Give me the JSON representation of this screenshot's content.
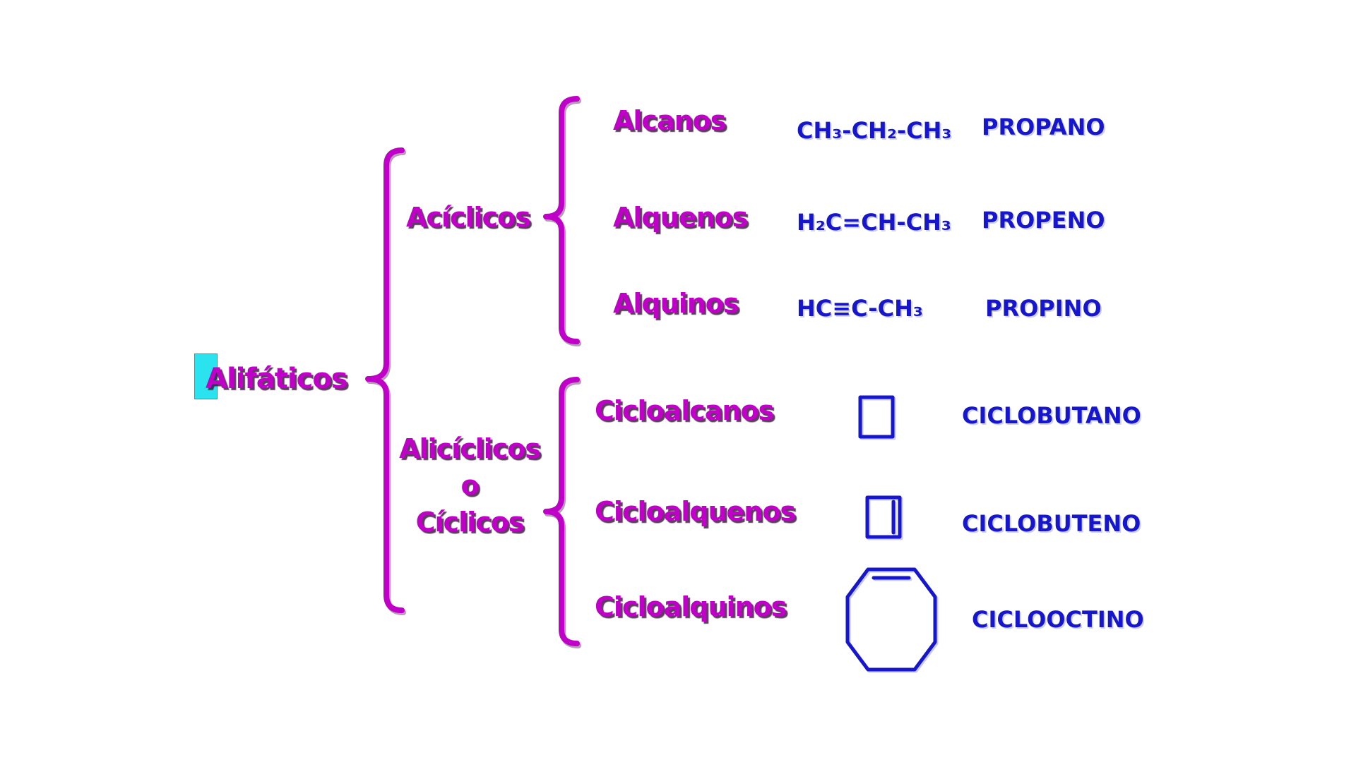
{
  "palette": {
    "magenta": "#C000C8",
    "blue": "#1616CC",
    "cyan": "#2AE3EE"
  },
  "root": {
    "label": "Alifáticos",
    "highlight_marker_color": "#2AE3EE"
  },
  "branches": [
    {
      "label": "Acíclicos",
      "children": [
        {
          "family": "Alcanos",
          "formula": "CH₃-CH₂-CH₃",
          "example": "PROPANO"
        },
        {
          "family": "Alquenos",
          "formula": "H₂C=CH-CH₃",
          "example": "PROPENO"
        },
        {
          "family": "Alquinos",
          "formula": "HC≡C-CH₃",
          "example": "PROPINO"
        }
      ]
    },
    {
      "label": "Alicíclicos\no\nCíclicos",
      "children": [
        {
          "family": "Cicloalcanos",
          "structure_icon": "cyclobutane-ring",
          "example": "CICLOBUTANO"
        },
        {
          "family": "Cicloalquenos",
          "structure_icon": "cyclobutene-ring",
          "example": "CICLOBUTENO"
        },
        {
          "family": "Cicloalquinos",
          "structure_icon": "cyclooctyne-ring",
          "example": "CICLOOCTINO"
        }
      ]
    }
  ]
}
